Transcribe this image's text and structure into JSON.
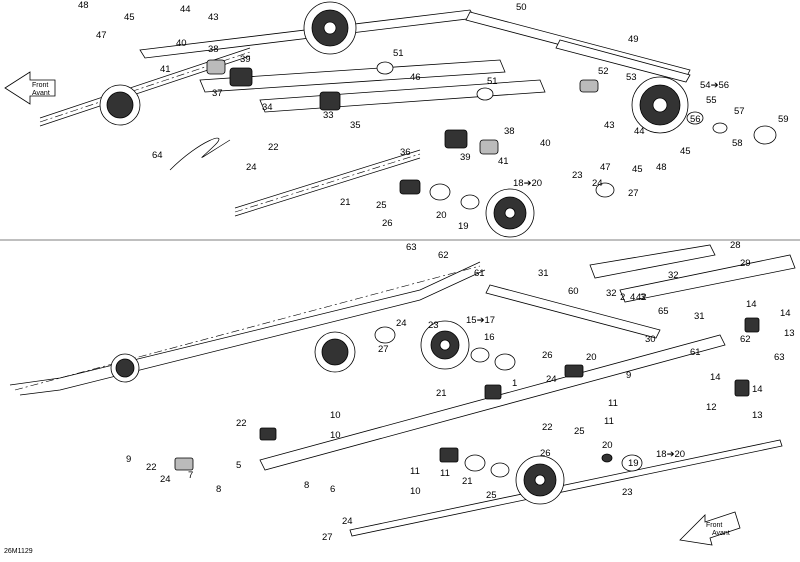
{
  "diagram": {
    "reference_code": "26M1129",
    "direction_arrows": [
      {
        "line1": "Front",
        "line2": "Avant"
      },
      {
        "line1": "Front",
        "line2": "Avant"
      }
    ],
    "top_callouts": [
      "48",
      "45",
      "44",
      "43",
      "47",
      "40",
      "41",
      "38",
      "39",
      "37",
      "34",
      "33",
      "35",
      "36",
      "39",
      "50",
      "49",
      "51",
      "46",
      "51",
      "52",
      "53",
      "54➔56",
      "55",
      "56",
      "57",
      "58",
      "59",
      "43",
      "44",
      "45",
      "48",
      "47",
      "45",
      "38",
      "41",
      "40",
      "64",
      "22",
      "24",
      "21",
      "25",
      "26",
      "20",
      "19",
      "18➔20",
      "23",
      "24",
      "27"
    ],
    "bottom_callouts": [
      "63",
      "62",
      "61",
      "31",
      "28",
      "29",
      "32",
      "32",
      "42",
      "65",
      "60",
      "30",
      "31",
      "14",
      "14",
      "13",
      "62",
      "63",
      "61",
      "14",
      "14",
      "12",
      "13",
      "24",
      "23",
      "27",
      "15➔17",
      "16",
      "26",
      "20",
      "9",
      "1",
      "21",
      "24",
      "11",
      "11",
      "10",
      "22",
      "25",
      "22",
      "10",
      "9",
      "22",
      "24",
      "7",
      "8",
      "5",
      "8",
      "6",
      "11",
      "11",
      "10",
      "21",
      "25",
      "26",
      "20",
      "19",
      "18➔20",
      "23",
      "24",
      "27",
      "2",
      "4",
      "3"
    ]
  }
}
